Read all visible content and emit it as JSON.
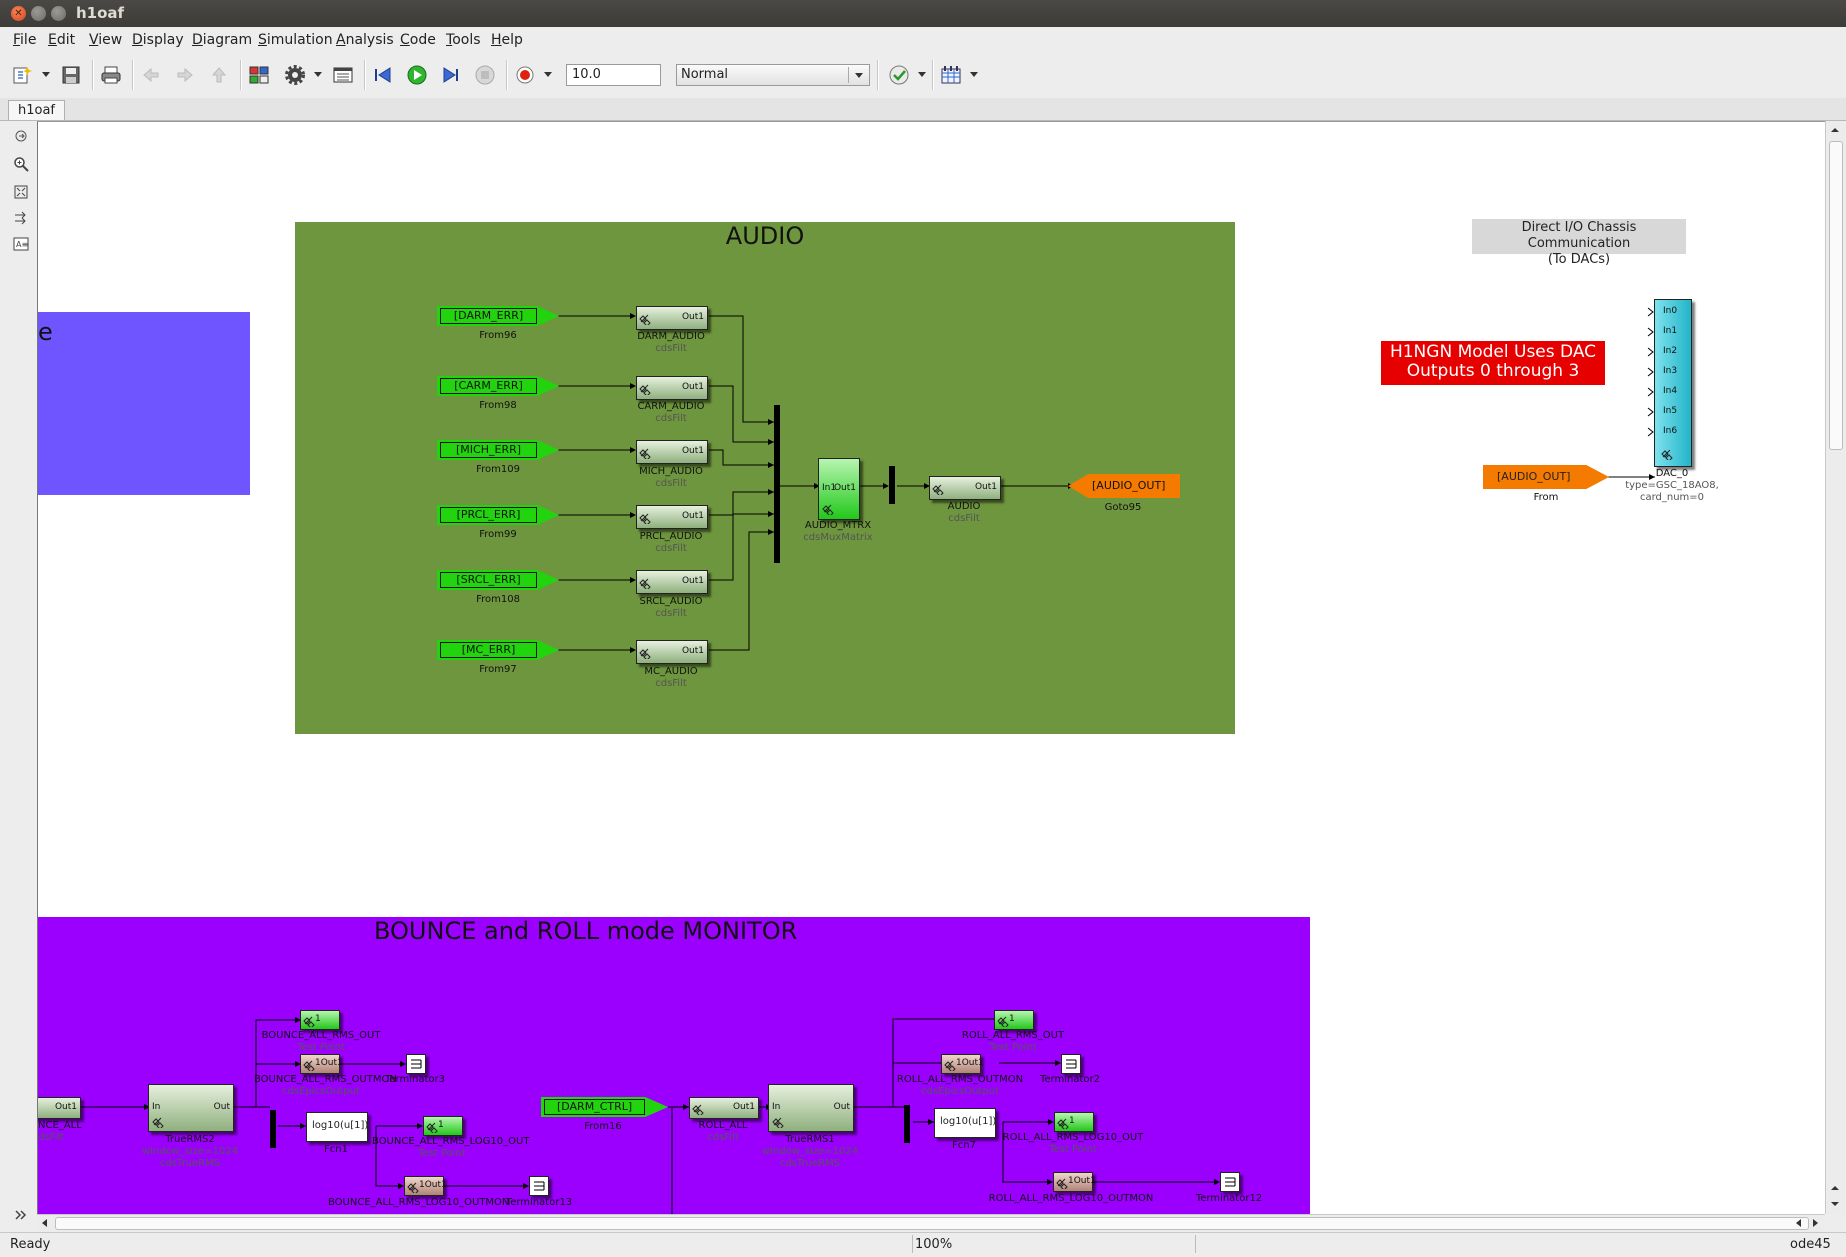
{
  "window": {
    "title": "h1oaf"
  },
  "menu": [
    "File",
    "Edit",
    "View",
    "Display",
    "Diagram",
    "Simulation",
    "Analysis",
    "Code",
    "Tools",
    "Help"
  ],
  "menu_underline": [
    "F",
    "E",
    "V",
    "D",
    "D",
    "S",
    "A",
    "C",
    "T",
    "H"
  ],
  "toolbar": {
    "stop_time": "10.0",
    "sim_mode": "Normal"
  },
  "tab": {
    "label": "h1oaf"
  },
  "status": {
    "left": "Ready",
    "zoom": "100%",
    "solver": "ode45"
  },
  "audio": {
    "title": "AUDIO",
    "froms": [
      {
        "tag": "[DARM_ERR]",
        "name": "From96"
      },
      {
        "tag": "[CARM_ERR]",
        "name": "From98"
      },
      {
        "tag": "[MICH_ERR]",
        "name": "From109"
      },
      {
        "tag": "[PRCL_ERR]",
        "name": "From99"
      },
      {
        "tag": "[SRCL_ERR]",
        "name": "From108"
      },
      {
        "tag": "[MC_ERR]",
        "name": "From97"
      }
    ],
    "filters": [
      {
        "name": "DARM_AUDIO",
        "lib": "cdsFilt",
        "port": "Out1"
      },
      {
        "name": "CARM_AUDIO",
        "lib": "cdsFilt",
        "port": "Out1"
      },
      {
        "name": "MICH_AUDIO",
        "lib": "cdsFilt",
        "port": "Out1"
      },
      {
        "name": "PRCL_AUDIO",
        "lib": "cdsFilt",
        "port": "Out1"
      },
      {
        "name": "SRCL_AUDIO",
        "lib": "cdsFilt",
        "port": "Out1"
      },
      {
        "name": "MC_AUDIO",
        "lib": "cdsFilt",
        "port": "Out1"
      }
    ],
    "matrix": {
      "name": "AUDIO_MTRX",
      "lib": "cdsMuxMatrix",
      "in": "In1",
      "out": "Out1"
    },
    "audio_filt": {
      "name": "AUDIO",
      "lib": "cdsFilt",
      "port": "Out1"
    },
    "goto": {
      "tag": "[AUDIO_OUT]",
      "name": "Goto95"
    }
  },
  "dac": {
    "note_title": "Direct I/O Chassis Communication",
    "note_sub": "(To DACs)",
    "warning_line1": "H1NGN Model Uses DAC",
    "warning_line2": "Outputs 0 through 3",
    "ports": [
      "In0",
      "In1",
      "In2",
      "In3",
      "In4",
      "In5",
      "In6"
    ],
    "from_tag": "[AUDIO_OUT]",
    "from_name": "From",
    "block_name": "DAC_0",
    "param1": "type=GSC_18AO8,",
    "param2": "card_num=0"
  },
  "bounce": {
    "title": "BOUNCE and ROLL mode MONITOR",
    "left_filt": {
      "port": "Out1",
      "name": "NCE_ALL",
      "lib": "dsFilt"
    },
    "truerms2": {
      "in": "In",
      "out": "Out",
      "name": "TrueRMS2",
      "param": "window_size=1024",
      "lib": "cdsTrueRMS"
    },
    "tp_rms_out": {
      "port": "1",
      "name": "BOUNCE_ALL_RMS_OUT",
      "lib": "Test Point"
    },
    "epics_rms": {
      "port": "1Out1",
      "name": "BOUNCE_ALL_RMS_OUTMON",
      "lib": "cdsEpicsOutput"
    },
    "term3": "Terminator3",
    "fcn1": {
      "expr": "log10(u[1])",
      "name": "Fcn1"
    },
    "tp_log_out": {
      "port": "1",
      "name": "BOUNCE_ALL_RMS_LOG10_OUT",
      "lib": "Test Point"
    },
    "epics_log": {
      "port": "1Out1",
      "name": "BOUNCE_ALL_RMS_LOG10_OUTMON"
    },
    "term13": "Terminator13",
    "darm_ctrl": {
      "tag": "[DARM_CTRL]",
      "name": "From16"
    },
    "roll_filt": {
      "port": "Out1",
      "name": "ROLL_ALL",
      "lib": "cdsFilt"
    },
    "truerms1": {
      "in": "In",
      "out": "Out",
      "name": "TrueRMS1",
      "param": "window_size=1024",
      "lib": "cdsTrueRMS"
    },
    "tp_roll_out": {
      "port": "1",
      "name": "ROLL_ALL_RMS_OUT",
      "lib": "Test Point"
    },
    "epics_roll": {
      "port": "1Out1",
      "name": "ROLL_ALL_RMS_OUTMON",
      "lib": "cdsEpicsOutput"
    },
    "term2": "Terminator2",
    "fcn7": {
      "expr": "log10(u[1])",
      "name": "Fcn7"
    },
    "tp_roll_log": {
      "port": "1",
      "name": "ROLL_ALL_RMS_LOG10_OUT",
      "lib": "Test Point"
    },
    "epics_roll_log": {
      "port": "1Out1",
      "name": "ROLL_ALL_RMS_LOG10_OUTMON"
    },
    "term12": "Terminator12"
  },
  "colors": {
    "audio_bg": "#6e963e",
    "bounce_bg": "#9b00ff",
    "left_box": "#6f55ff",
    "warning_bg": "#e60000",
    "dac_block": "#38c8d8",
    "from_green": "#22d40e",
    "goto_orange": "#f57a00"
  },
  "icons": [
    "new-model-icon",
    "save-icon",
    "print-icon",
    "back-icon",
    "forward-icon",
    "up-icon",
    "library-browser-icon",
    "settings-gear-icon",
    "model-explorer-icon",
    "step-back-icon",
    "run-icon",
    "step-forward-icon",
    "stop-icon",
    "record-icon",
    "check-icon",
    "grid-icon"
  ]
}
